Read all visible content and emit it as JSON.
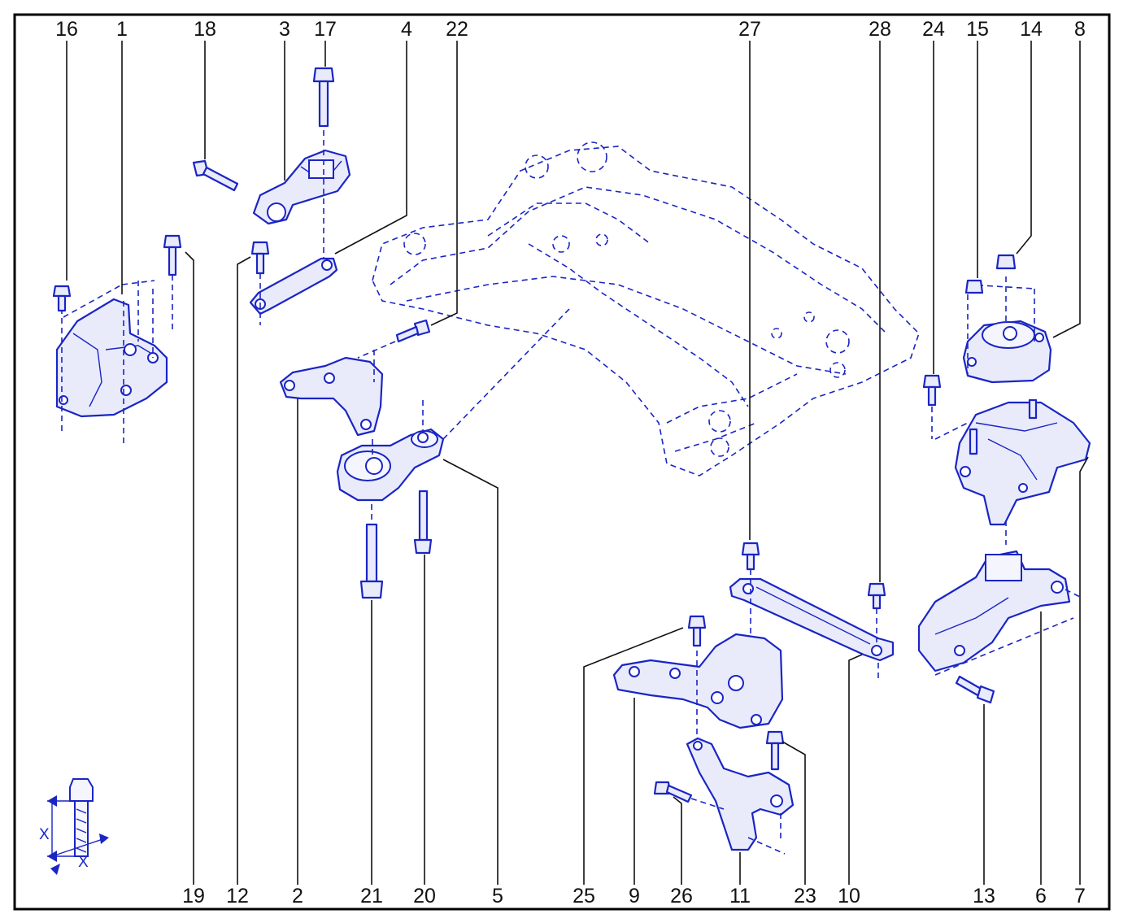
{
  "callouts_top": [
    "16",
    "1",
    "18",
    "3",
    "17",
    "4",
    "22",
    "27",
    "28",
    "24",
    "15",
    "14",
    "8"
  ],
  "callouts_bottom": [
    "19",
    "12",
    "2",
    "21",
    "20",
    "5",
    "25",
    "9",
    "26",
    "11",
    "23",
    "10",
    "13",
    "6",
    "7"
  ],
  "dimension_symbol": "X",
  "colors": {
    "line": "#1a25c4",
    "text": "#111111",
    "frame": "#000000",
    "fill": "#e9ebfb"
  }
}
